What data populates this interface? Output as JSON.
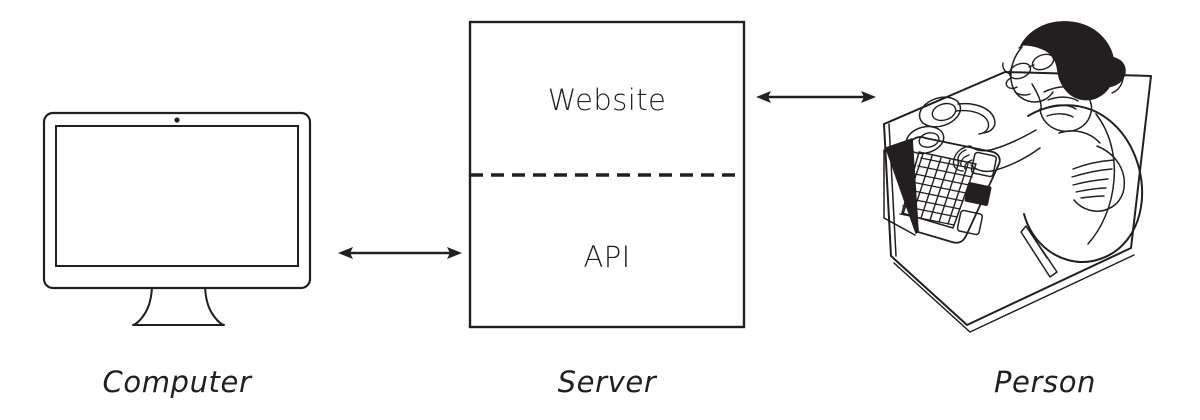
{
  "diagram": {
    "title": "Computer – Server – Person interaction diagram",
    "background_color": "#ffffff",
    "ink_color": "#231f20",
    "nodes": [
      {
        "id": "computer",
        "caption": "Computer",
        "illustration": "desktop-monitor-line-drawing",
        "inner_labels": []
      },
      {
        "id": "server",
        "caption": "Server",
        "illustration": "rectangle-split-by-dashed-line",
        "inner_labels": [
          {
            "id": "website",
            "label": "Website"
          },
          {
            "id": "api",
            "label": "API"
          }
        ]
      },
      {
        "id": "person",
        "caption": "Person",
        "illustration": "person-at-desk-with-laptop-line-drawing",
        "inner_labels": []
      }
    ],
    "connectors": [
      {
        "id": "computer-server",
        "from": "computer",
        "to": "server",
        "style": "double-headed-arrow",
        "label": ""
      },
      {
        "id": "server-person",
        "from": "server",
        "to": "person",
        "style": "double-headed-arrow",
        "label": ""
      }
    ]
  },
  "captions": {
    "computer": "Computer",
    "server": "Server",
    "person": "Person"
  },
  "server_box": {
    "top_label": "Website",
    "bottom_label": "API"
  },
  "icons": {
    "monitor": "monitor-icon",
    "arrow_left_right": "arrow-left-right-icon",
    "person_laptop": "person-at-laptop-icon",
    "laptop": "laptop-icon",
    "headphones": "headphones-icon",
    "stylus": "stylus-icon",
    "glasses": "glasses-icon"
  }
}
